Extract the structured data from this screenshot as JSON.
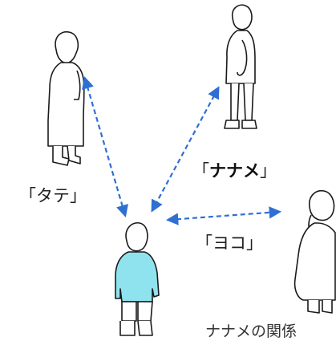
{
  "labels": {
    "tate": "「タテ」",
    "naname_open": "「",
    "naname_word": "ナナメ",
    "naname_close": "」",
    "yoko": "「ヨコ」"
  },
  "caption": "ナナメの関係",
  "colors": {
    "arrow": "#2f6fd4",
    "outline": "#1a1a1a",
    "child_shirt": "#8fe3ee"
  },
  "figures": [
    "adult-woman-left",
    "adult-man-top-right",
    "child-center",
    "girl-right"
  ]
}
